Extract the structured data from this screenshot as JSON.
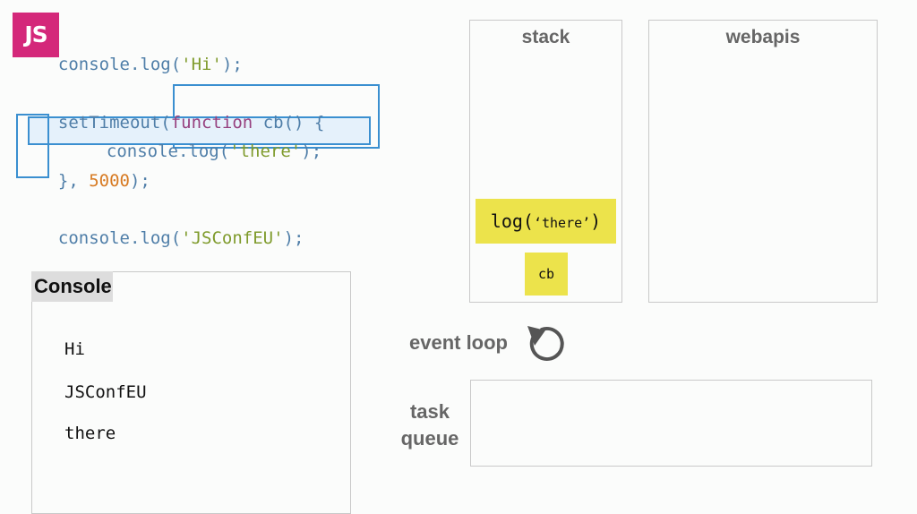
{
  "logo": {
    "text": "JS"
  },
  "code": {
    "line1": {
      "prefix": "console.log(",
      "string": "'Hi'",
      "suffix": ");"
    },
    "line2": {
      "prefix": "setTimeout(",
      "keyword": "function",
      "suffix": " cb() {"
    },
    "line3": {
      "prefix": "console.log(",
      "string": "'there'",
      "suffix": ");"
    },
    "line4": {
      "prefix": "}, ",
      "number": "5000",
      "suffix": ");"
    },
    "line5": {
      "prefix": "console.log(",
      "string": "'JSConfEU'",
      "suffix": ");"
    }
  },
  "stack": {
    "title": "stack",
    "frames": [
      {
        "prefix": "log(",
        "arg": "‘there’",
        "suffix": ")"
      },
      {
        "label": "cb"
      }
    ]
  },
  "webapis": {
    "title": "webapis"
  },
  "console": {
    "title": "Console",
    "entries": [
      "Hi",
      "JSConfEU",
      "there"
    ]
  },
  "event_loop": {
    "label": "event loop"
  },
  "task_queue": {
    "label_line1": "task",
    "label_line2": "queue"
  },
  "colors": {
    "logo_bg": "#d4287a",
    "code_plain": "#4f7ea8",
    "code_string": "#7f9b2c",
    "code_keyword": "#96407f",
    "code_number": "#d77a22",
    "highlight_border": "#3a8fd0",
    "highlight_fill": "#e5f1fb",
    "stack_frame": "#ece34b",
    "panel_border": "#c9c9c9",
    "label_gray": "#666666"
  },
  "icons": {
    "logo": "js-logo-icon",
    "event_loop": "refresh-arrow-icon"
  }
}
